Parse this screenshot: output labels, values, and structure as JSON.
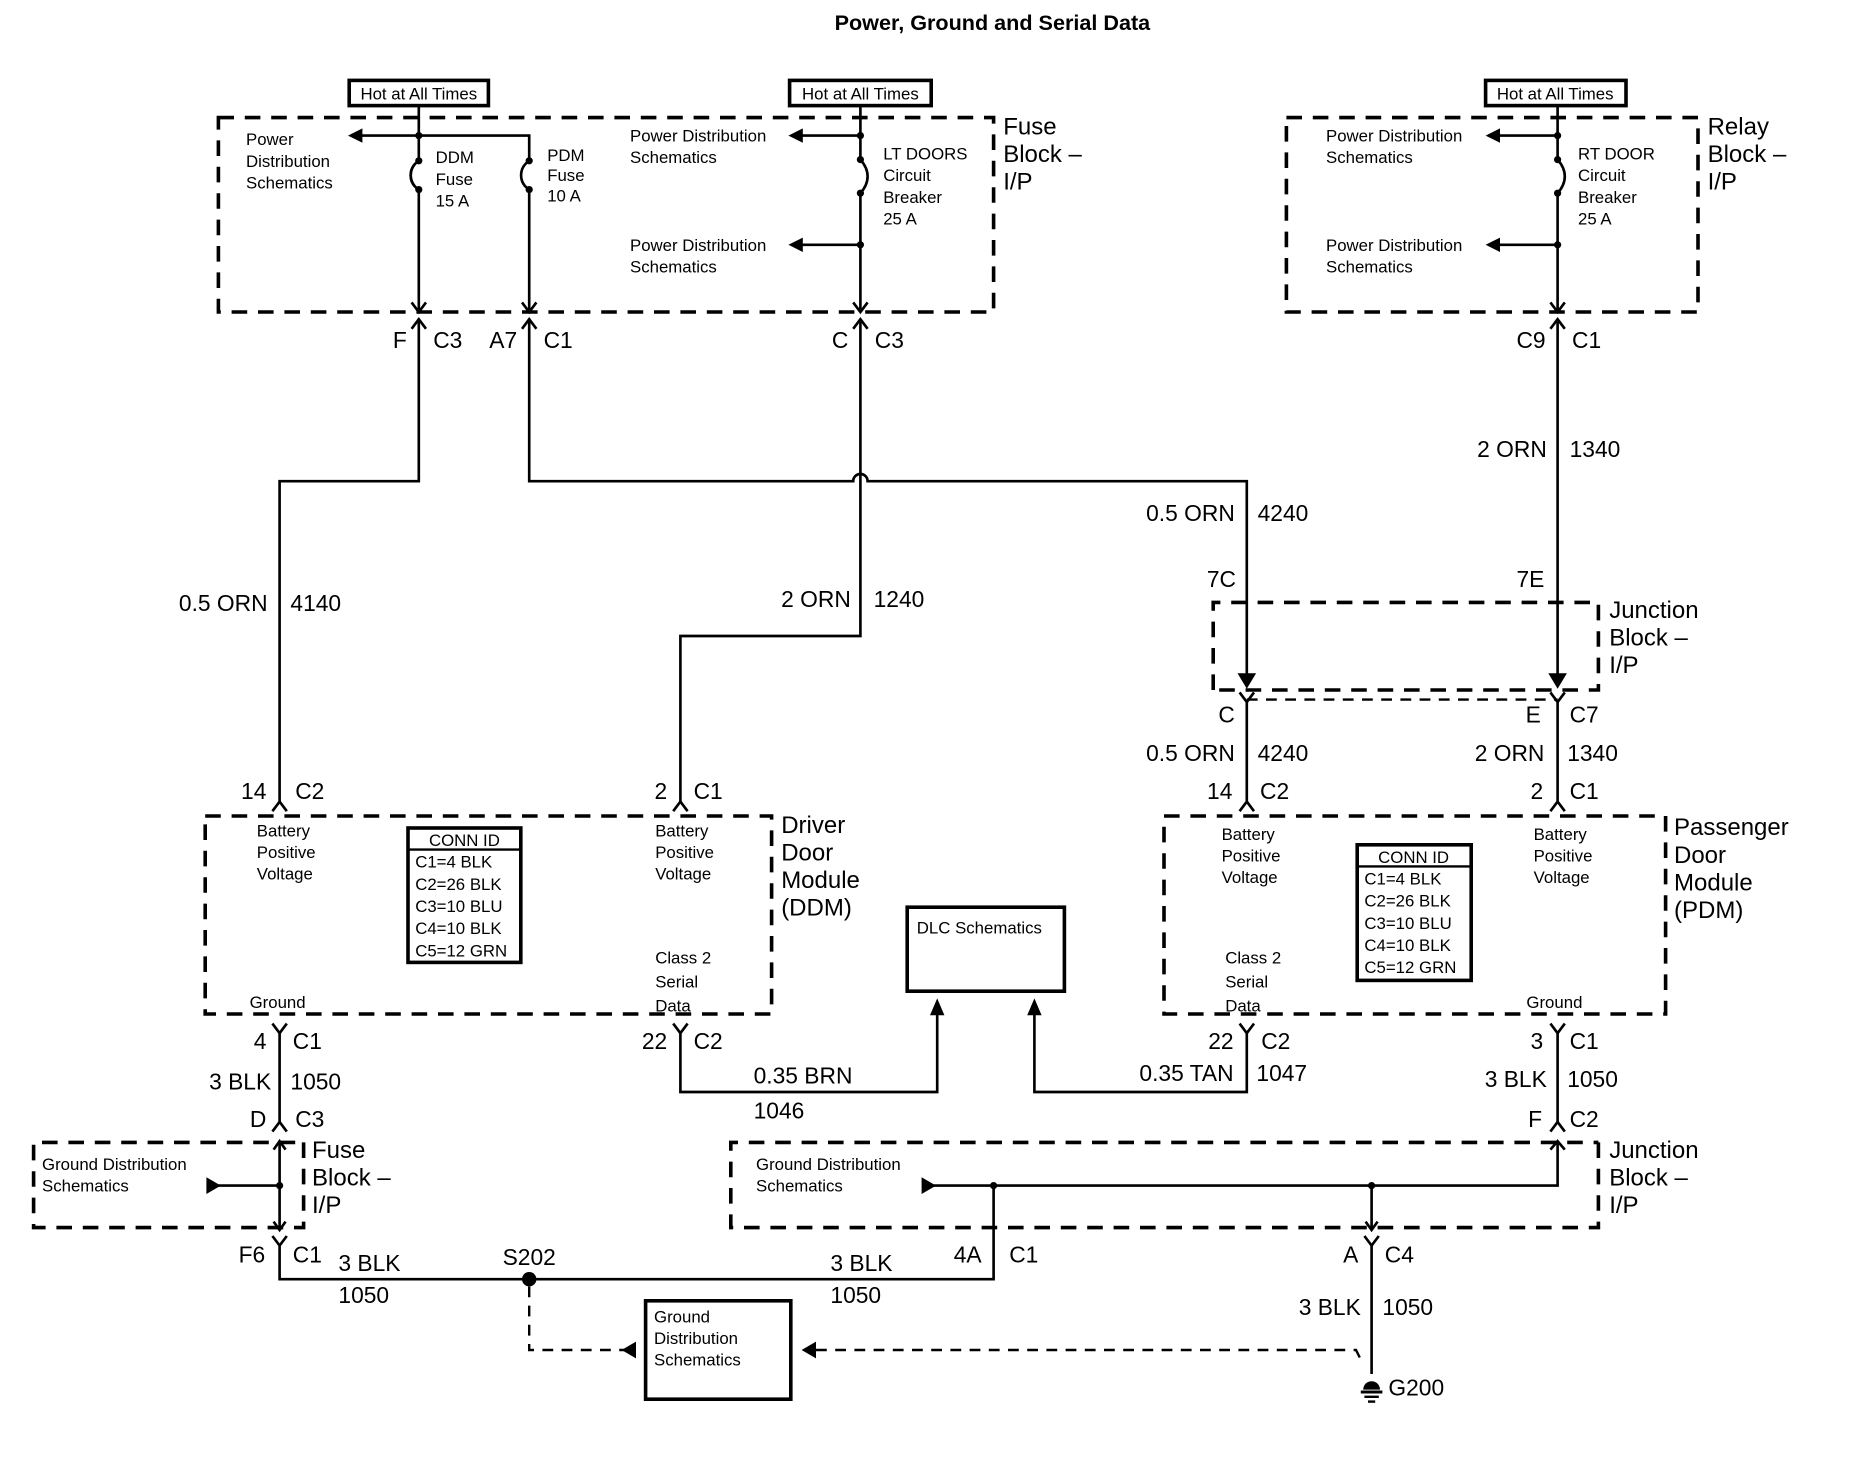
{
  "title": "Power, Ground and Serial Data",
  "hot_labels": [
    "Hot at All Times",
    "Hot at All Times",
    "Hot at All Times"
  ],
  "fuse_block_ip": {
    "name_lines": [
      "Fuse",
      "Block –",
      "I/P"
    ],
    "power_dist_1": [
      "Power",
      "Distribution",
      "Schematics"
    ],
    "power_dist_2": [
      "Power Distribution",
      "Schematics"
    ],
    "power_dist_3": [
      "Power Distribution",
      "Schematics"
    ],
    "ddm_fuse": [
      "DDM",
      "Fuse",
      "15 A"
    ],
    "pdm_fuse": [
      "PDM",
      "Fuse",
      "10 A"
    ],
    "lt_doors": [
      "LT DOORS",
      "Circuit",
      "Breaker",
      "25 A"
    ],
    "conn_f": {
      "pin": "F",
      "conn": "C3"
    },
    "conn_a7": {
      "pin": "A7",
      "conn": "C1"
    },
    "conn_c": {
      "pin": "C",
      "conn": "C3"
    }
  },
  "relay_block_ip": {
    "name_lines": [
      "Relay",
      "Block –",
      "I/P"
    ],
    "power_dist_1": [
      "Power Distribution",
      "Schematics"
    ],
    "power_dist_2": [
      "Power Distribution",
      "Schematics"
    ],
    "rt_door": [
      "RT DOOR",
      "Circuit",
      "Breaker",
      "25 A"
    ],
    "conn": {
      "pin": "C9",
      "conn": "C1"
    }
  },
  "wires": {
    "w4140": {
      "gauge": "0.5 ORN",
      "circuit": "4140"
    },
    "w1240": {
      "gauge": "2 ORN",
      "circuit": "1240"
    },
    "w4240_top": {
      "gauge": "0.5 ORN",
      "circuit": "4240"
    },
    "w1340_top": {
      "gauge": "2 ORN",
      "circuit": "1340"
    },
    "w4240_bot": {
      "gauge": "0.5 ORN",
      "circuit": "4240"
    },
    "w1340_bot": {
      "gauge": "2 ORN",
      "circuit": "1340"
    },
    "w1050_ddm": {
      "gauge": "3 BLK",
      "circuit": "1050"
    },
    "w1046": {
      "gauge": "0.35 BRN",
      "circuit": "1046"
    },
    "w1047": {
      "gauge": "0.35 TAN",
      "circuit": "1047"
    },
    "w1050_pdm": {
      "gauge": "3 BLK",
      "circuit": "1050"
    },
    "w1050_left": {
      "gauge": "3 BLK",
      "circuit": "1050"
    },
    "w1050_mid": {
      "gauge": "3 BLK",
      "circuit": "1050"
    },
    "w1050_g200": {
      "gauge": "3 BLK",
      "circuit": "1050"
    }
  },
  "junction_block_top": {
    "name_lines": [
      "Junction",
      "Block –",
      "I/P"
    ],
    "in_7c": "7C",
    "in_7e": "7E",
    "out_c": {
      "pin": "C",
      "conn": ""
    },
    "out_e": {
      "pin": "E",
      "conn": "C7"
    }
  },
  "ddm": {
    "name_lines": [
      "Driver",
      "Door",
      "Module",
      "(DDM)"
    ],
    "bpv1": [
      "Battery",
      "Positive",
      "Voltage"
    ],
    "bpv2": [
      "Battery",
      "Positive",
      "Voltage"
    ],
    "class2": [
      "Class 2",
      "Serial",
      "Data"
    ],
    "ground": "Ground",
    "conn_id_title": "CONN ID",
    "conn_id": [
      "C1=4 BLK",
      "C2=26 BLK",
      "C3=10 BLU",
      "C4=10 BLK",
      "C5=12 GRN"
    ],
    "pin_14": {
      "pin": "14",
      "conn": "C2"
    },
    "pin_2": {
      "pin": "2",
      "conn": "C1"
    },
    "pin_4": {
      "pin": "4",
      "conn": "C1"
    },
    "pin_22": {
      "pin": "22",
      "conn": "C2"
    }
  },
  "pdm": {
    "name_lines": [
      "Passenger",
      "Door",
      "Module",
      "(PDM)"
    ],
    "bpv1": [
      "Battery",
      "Positive",
      "Voltage"
    ],
    "bpv2": [
      "Battery",
      "Positive",
      "Voltage"
    ],
    "class2": [
      "Class 2",
      "Serial",
      "Data"
    ],
    "ground": "Ground",
    "conn_id_title": "CONN ID",
    "conn_id": [
      "C1=4 BLK",
      "C2=26 BLK",
      "C3=10 BLU",
      "C4=10 BLK",
      "C5=12 GRN"
    ],
    "pin_14": {
      "pin": "14",
      "conn": "C2"
    },
    "pin_2": {
      "pin": "2",
      "conn": "C1"
    },
    "pin_22": {
      "pin": "22",
      "conn": "C2"
    },
    "pin_3": {
      "pin": "3",
      "conn": "C1"
    }
  },
  "dlc": "DLC Schematics",
  "fuse_block_bottom": {
    "name_lines": [
      "Fuse",
      "Block –",
      "I/P"
    ],
    "gnd_dist": [
      "Ground Distribution",
      "Schematics"
    ],
    "conn_d": {
      "pin": "D",
      "conn": "C3"
    },
    "conn_f6": {
      "pin": "F6",
      "conn": "C1"
    }
  },
  "junction_block_bottom": {
    "name_lines": [
      "Junction",
      "Block –",
      "I/P"
    ],
    "gnd_dist": [
      "Ground Distribution",
      "Schematics"
    ],
    "conn_f": {
      "pin": "F",
      "conn": "C2"
    },
    "conn_4a": {
      "pin": "4A",
      "conn": "C1"
    },
    "conn_a": {
      "pin": "A",
      "conn": "C4"
    }
  },
  "splice": "S202",
  "ground_dist_box": [
    "Ground",
    "Distribution",
    "Schematics"
  ],
  "ground_point": "G200"
}
